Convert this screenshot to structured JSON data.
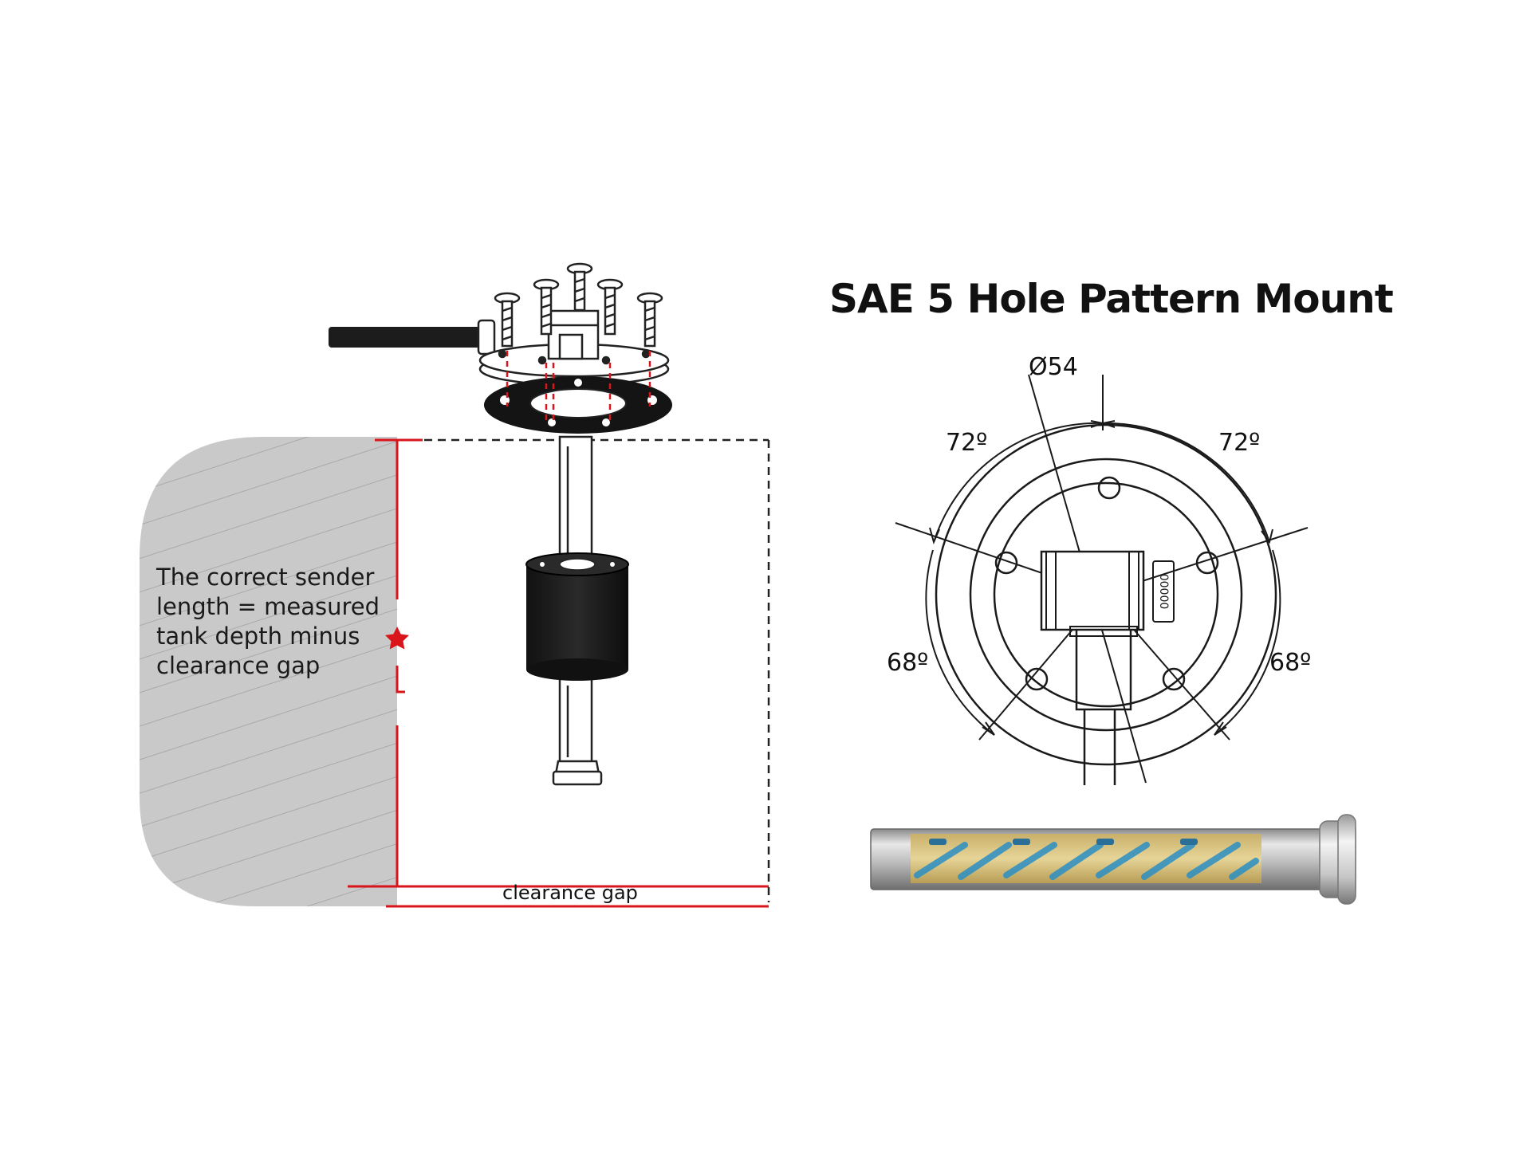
{
  "left_panel": {
    "note_lines": [
      "The correct sender",
      "length = measured",
      "tank depth minus",
      "clearance gap"
    ],
    "clearance_label": "clearance gap"
  },
  "right_panel": {
    "title": "SAE 5 Hole Pattern Mount",
    "diameter_label": "Ø54",
    "angles": {
      "top_left": "72º",
      "top_right": "72º",
      "bottom_left": "68º",
      "bottom_right": "68º"
    },
    "terminal_label": "00000"
  },
  "colors": {
    "accent_red": "#d9141b",
    "tank_fill": "#c8c8c8",
    "ink": "#1a1a1a",
    "tube_gold": "#d8c07a",
    "reed_blue": "#2b8fc4"
  }
}
